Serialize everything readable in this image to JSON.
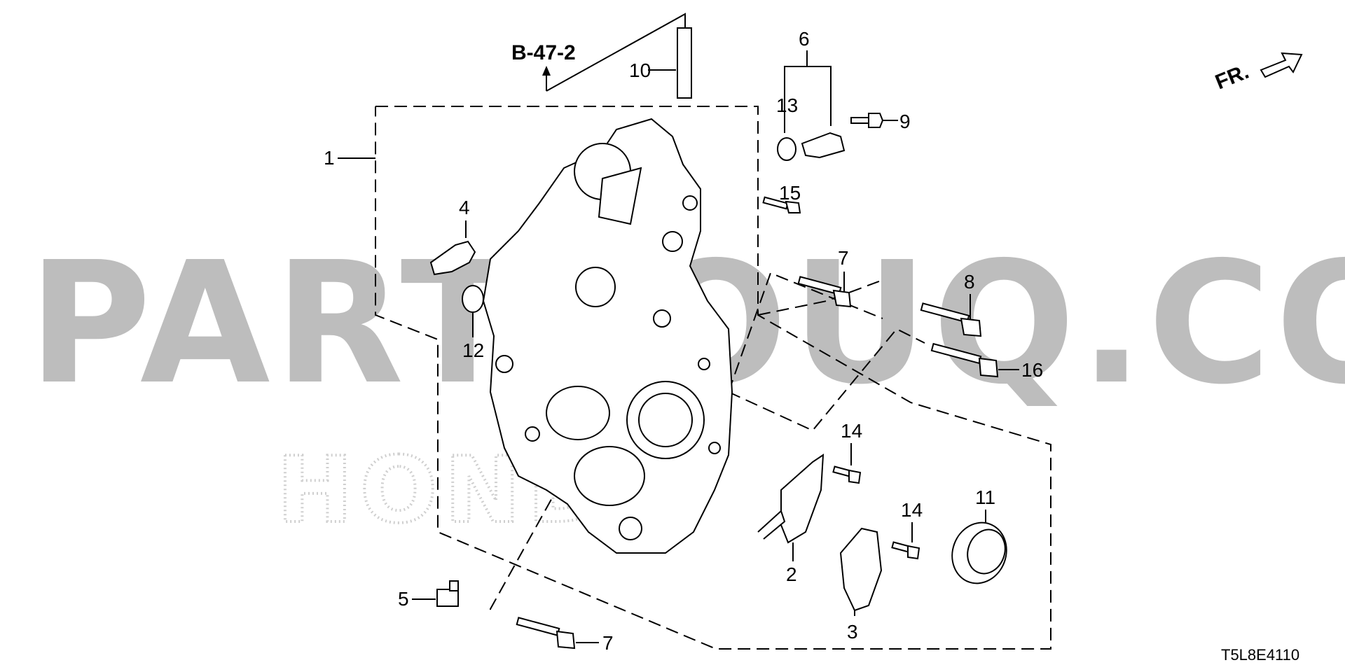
{
  "diagram": {
    "reference_label": "B-47-2",
    "front_label": "FR.",
    "drawing_code": "T5L8E4110",
    "watermark_text": "PARTSOUQ.COM",
    "brand_watermark": "HONDA",
    "callouts": {
      "c1": "1",
      "c2": "2",
      "c3": "3",
      "c4": "4",
      "c5": "5",
      "c6": "6",
      "c7a": "7",
      "c7b": "7",
      "c8": "8",
      "c9": "9",
      "c10": "10",
      "c11": "11",
      "c12": "12",
      "c13": "13",
      "c14a": "14",
      "c14b": "14",
      "c15": "15",
      "c16": "16"
    }
  }
}
